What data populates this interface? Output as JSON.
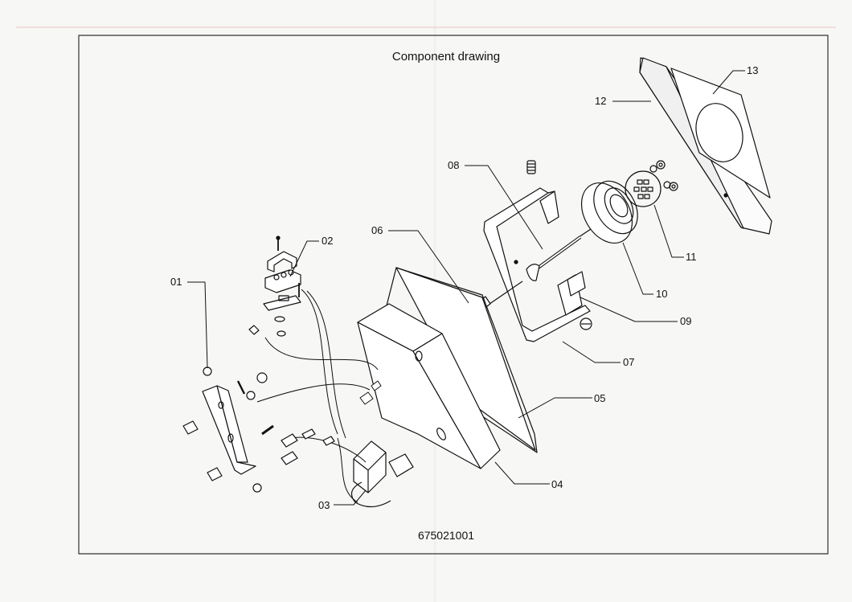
{
  "title": "Component drawing",
  "drawing_number": "675021001",
  "callouts": {
    "c01": "01",
    "c02": "02",
    "c03": "03",
    "c04": "04",
    "c05": "05",
    "c06": "06",
    "c07": "07",
    "c08": "08",
    "c09": "09",
    "c10": "10",
    "c11": "11",
    "c12": "12",
    "c13": "13"
  },
  "colors": {
    "ink": "#111111",
    "paper": "#f7f7f5",
    "frame": "#333333"
  }
}
